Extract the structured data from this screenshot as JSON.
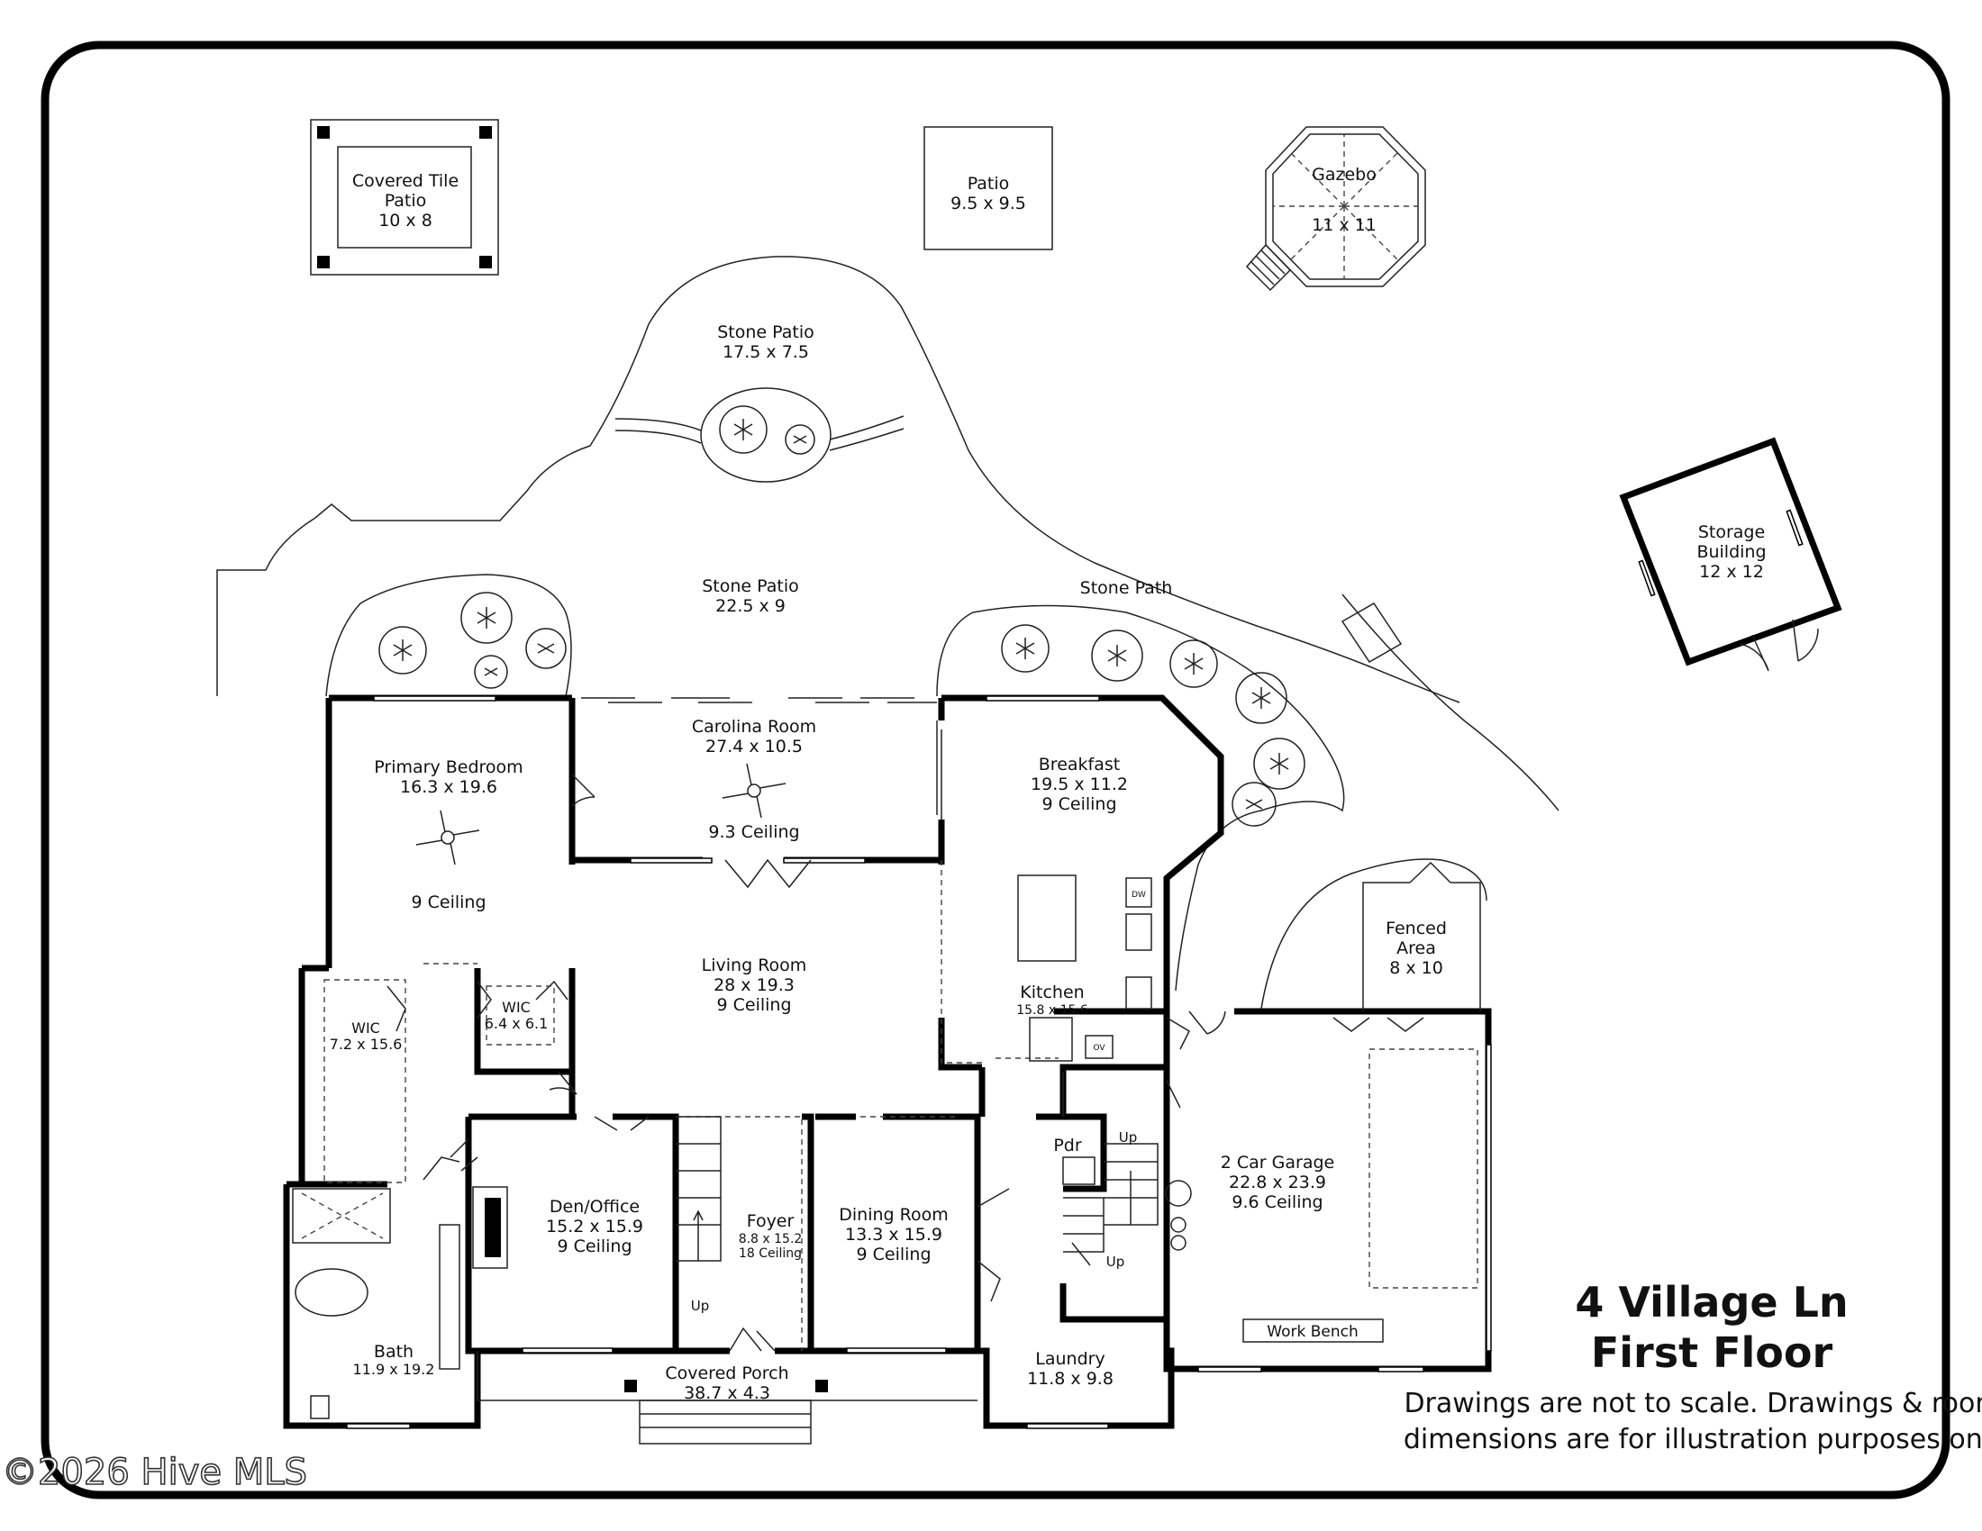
{
  "rooms": {
    "covered_tile_patio": {
      "name1": "Covered Tile",
      "name2": "Patio",
      "dims": "10 x 8"
    },
    "patio": {
      "name": "Patio",
      "dims": "9.5 x 9.5"
    },
    "gazebo": {
      "name": "Gazebo",
      "dims": "11 x 11"
    },
    "stone_patio_upper": {
      "name": "Stone Patio",
      "dims": "17.5 x 7.5"
    },
    "storage": {
      "name1": "Storage",
      "name2": "Building",
      "dims": "12 x 12"
    },
    "stone_patio_lower": {
      "name": "Stone Patio",
      "dims": "22.5 x 9"
    },
    "stone_path": {
      "name": "Stone Path"
    },
    "primary_bedroom": {
      "name": "Primary Bedroom",
      "dims": "16.3 x 19.6",
      "ceiling": "9 Ceiling"
    },
    "carolina_room": {
      "name": "Carolina Room",
      "dims": "27.4 x 10.5",
      "ceiling": "9.3 Ceiling"
    },
    "breakfast": {
      "name": "Breakfast",
      "dims": "19.5 x 11.2",
      "ceiling": "9 Ceiling"
    },
    "living_room": {
      "name": "Living Room",
      "dims": "28 x 19.3",
      "ceiling": "9 Ceiling"
    },
    "kitchen": {
      "name": "Kitchen",
      "dims": "15.8 x 15.6"
    },
    "fenced_area": {
      "name1": "Fenced",
      "name2": "Area",
      "dims": "8 x 10"
    },
    "wic_left": {
      "name": "WIC",
      "dims": "7.2 x 15.6"
    },
    "wic_right": {
      "name": "WIC",
      "dims": "6.4 x 6.1"
    },
    "den_office": {
      "name": "Den/Office",
      "dims": "15.2 x 15.9",
      "ceiling": "9 Ceiling"
    },
    "foyer": {
      "name": "Foyer",
      "dims": "8.8 x 15.2",
      "ceiling": "18 Ceiling"
    },
    "dining_room": {
      "name": "Dining Room",
      "dims": "13.3 x 15.9",
      "ceiling": "9 Ceiling"
    },
    "pdr": {
      "name": "Pdr"
    },
    "garage": {
      "name": "2 Car Garage",
      "dims": "22.8 x 23.9",
      "ceiling": "9.6 Ceiling"
    },
    "bath": {
      "name": "Bath",
      "dims": "11.9 x 19.2"
    },
    "covered_porch": {
      "name": "Covered Porch",
      "dims": "38.7 x 4.3"
    },
    "laundry": {
      "name": "Laundry",
      "dims": "11.8 x 9.8"
    }
  },
  "fixtures": {
    "work_bench": "Work Bench",
    "up_stairs_foyer": "Up",
    "up_garage_1": "Up",
    "up_garage_2": "Up",
    "dishwasher": "DW",
    "oven": "OV"
  },
  "title": {
    "line1": "4 Village Ln",
    "line2": "First Floor"
  },
  "disclaimer": {
    "line1": "Drawings are not to scale. Drawings & room",
    "line2": "dimensions are for illustration purposes only."
  },
  "copyright": "©2026 Hive MLS"
}
